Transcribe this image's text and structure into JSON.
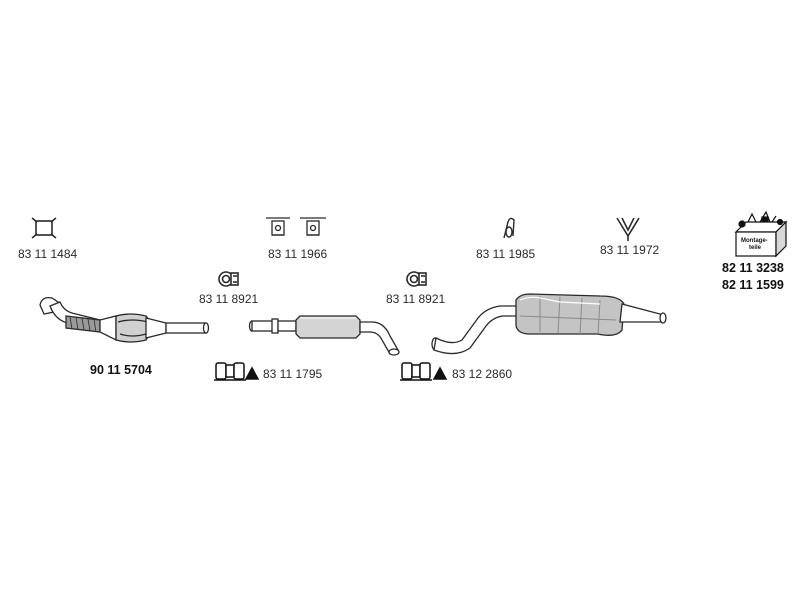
{
  "parts": {
    "bracket_left": "83 11 1484",
    "hanger_double": "83 11 1966",
    "hanger_small": "83 11 1985",
    "hanger_v": "83 11 1972",
    "clamp_ring_1": "83 11 8921",
    "clamp_ring_2": "83 11 8921",
    "clamp_set_1": "83 11 1795",
    "clamp_set_2": "83 12 2860",
    "front_pipe_cat": "90 11 5704",
    "mounting_kit_1": "82 11 3238",
    "mounting_kit_2": "82 11 1599"
  },
  "mounting_box": {
    "line1": "Montage-",
    "line2": "teile"
  },
  "colors": {
    "stroke": "#2a2a2a",
    "part_fill": "#ffffff",
    "shade": "#b5b5b5",
    "dark": "#111111"
  }
}
